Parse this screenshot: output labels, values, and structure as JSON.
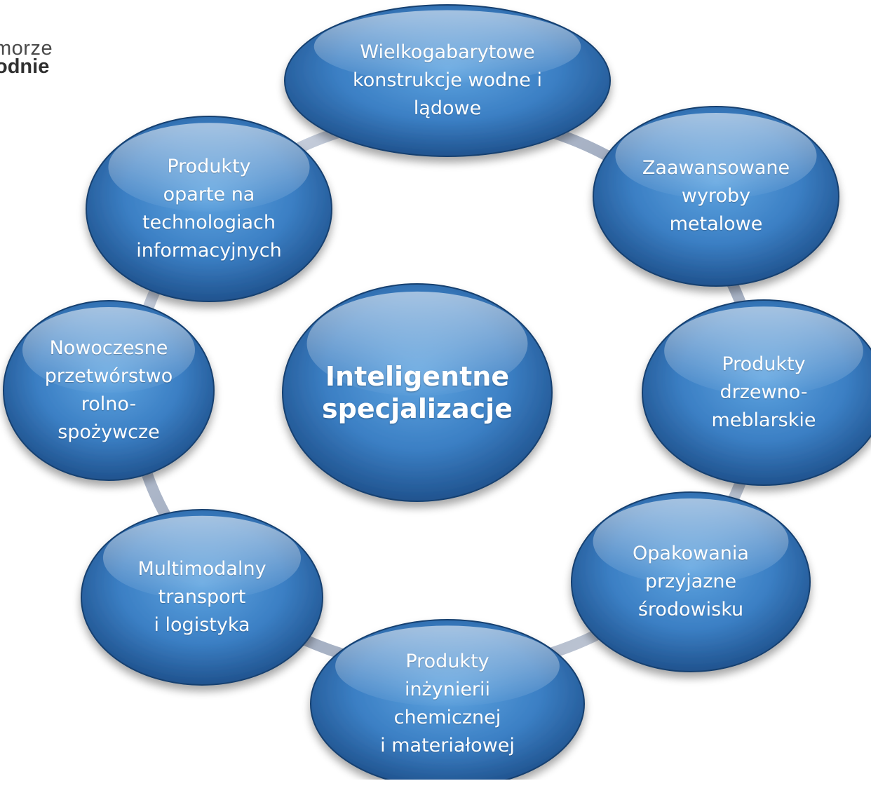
{
  "logo": {
    "line1": "morze",
    "line2": "odnie"
  },
  "center": {
    "label": "Inteligentne\nspecjalizacje"
  },
  "nodes": [
    {
      "id": "wielkogabarytowe",
      "label": "Wielkogabarytowe\nkonstrukcje wodne i\nlądowe"
    },
    {
      "id": "zaawansowane",
      "label": "Zaawansowane\nwyroby\nmetalowe"
    },
    {
      "id": "drzewno",
      "label": "Produkty\ndrzewno-\nmeblarskie"
    },
    {
      "id": "opakowania",
      "label": "Opakowania\nprzyjazne\nśrodowisku"
    },
    {
      "id": "inzynierii",
      "label": "Produkty\ninżynierii\nchemicznej\ni materiałowej"
    },
    {
      "id": "multimodalny",
      "label": "Multimodalny\ntransport\ni logistyka"
    },
    {
      "id": "przetworstwo",
      "label": "Nowoczesne\nprzetwórstwo\nrolno-\nspożywcze"
    },
    {
      "id": "it",
      "label": "Produkty\noparte na\ntechnologiach\ninformacyjnych"
    }
  ],
  "colors": {
    "node_fill_light": "#5c9fdc",
    "node_fill_dark": "#1d4f8a",
    "node_edge": "#16406f",
    "ring": "#b9c3d3"
  }
}
